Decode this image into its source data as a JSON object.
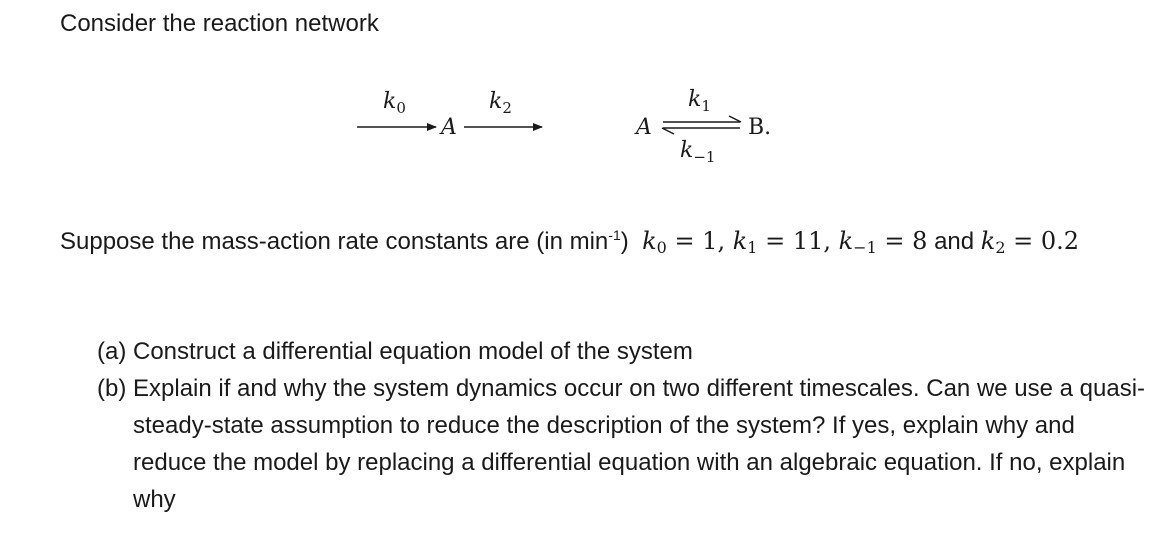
{
  "question": {
    "intro": "Consider the reaction network",
    "scheme": {
      "inflow_rate": "k",
      "inflow_rate_sub": "0",
      "species_a": "A",
      "outflow_rate": "k",
      "outflow_rate_sub": "2",
      "rev_left": "A",
      "forward_rate": "k",
      "forward_rate_sub": "1",
      "reverse_rate": "k",
      "reverse_rate_sub": "−1",
      "rev_right": "B."
    },
    "rates": {
      "lead": "Suppose the mass-action rate constants are (in min",
      "unit_exp": "-1",
      "lead_close": ")",
      "k0_label": "k",
      "k0_sub": "0",
      "k0_value": " = 1, ",
      "k1_label": "k",
      "k1_sub": "1",
      "k1_value": " = 11, ",
      "km1_label": "k",
      "km1_sub": "−1",
      "km1_value": " = 8",
      "and_text": " and ",
      "k2_label": "k",
      "k2_sub": "2",
      "k2_value": " = 0.2"
    },
    "parts": [
      {
        "text": "(a) Construct a differential equation model of the system"
      },
      {
        "text": "(b) Explain if and why the system dynamics occur on two different timescales. Can we use a quasi-steady-state assumption to reduce the description of the system? If yes, explain why and reduce the model by replacing a differential equation with an algebraic equation. If no, explain why"
      }
    ]
  }
}
